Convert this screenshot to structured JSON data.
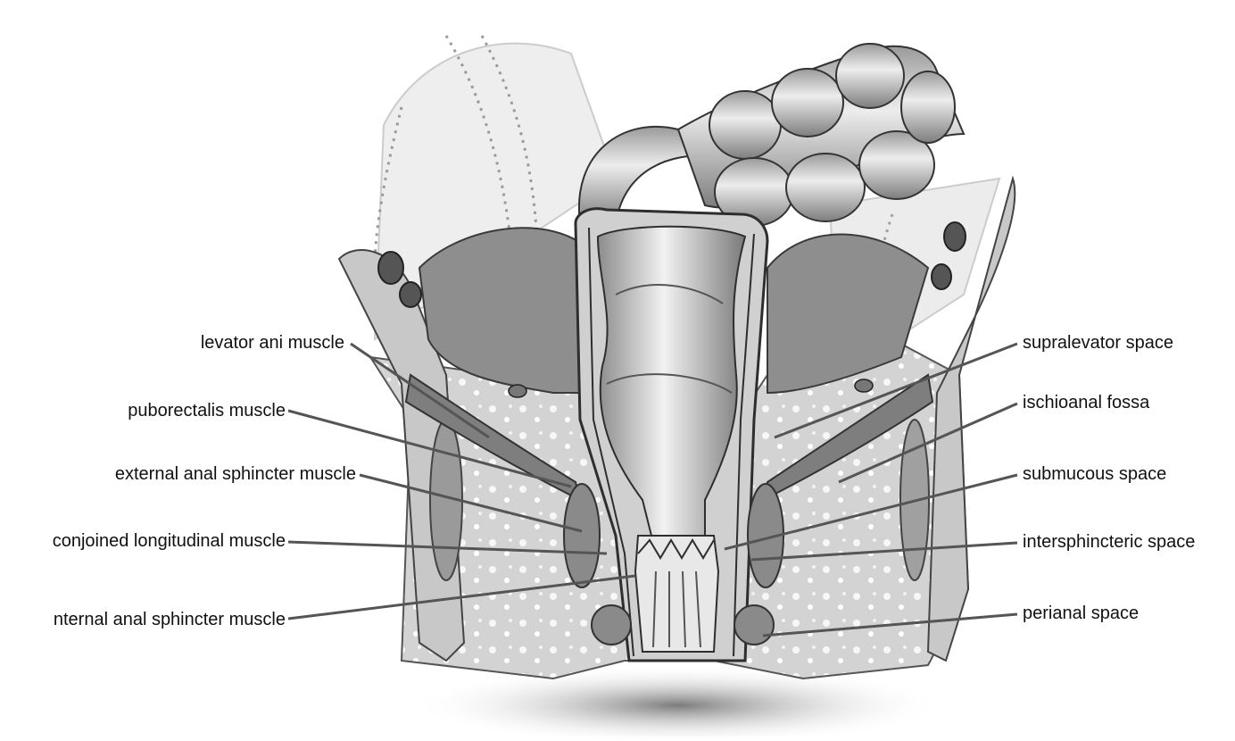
{
  "labels_left": [
    {
      "id": "levator-ani",
      "text": "levator ani muscle"
    },
    {
      "id": "puborectalis",
      "text": "puborectalis muscle"
    },
    {
      "id": "external-anal-sphincter",
      "text": "external anal sphincter muscle"
    },
    {
      "id": "conjoined-longitudinal",
      "text": "conjoined longitudinal muscle"
    },
    {
      "id": "internal-anal-sphincter",
      "text": "nternal anal sphincter muscle"
    }
  ],
  "labels_right": [
    {
      "id": "supralevator-space",
      "text": "supralevator space"
    },
    {
      "id": "ischioanal-fossa",
      "text": "ischioanal fossa"
    },
    {
      "id": "submucous-space",
      "text": "submucous space"
    },
    {
      "id": "intersphincteric-space",
      "text": "intersphincteric space"
    },
    {
      "id": "perianal-space",
      "text": "perianal space"
    }
  ],
  "colors": {
    "background": "#ffffff",
    "text": "#111111",
    "leader_line": "#555555",
    "tissue_light": "#d9d9d9",
    "tissue_mid": "#a8a8a8",
    "tissue_dark": "#6a6a6a",
    "outline": "#3a3a3a"
  }
}
